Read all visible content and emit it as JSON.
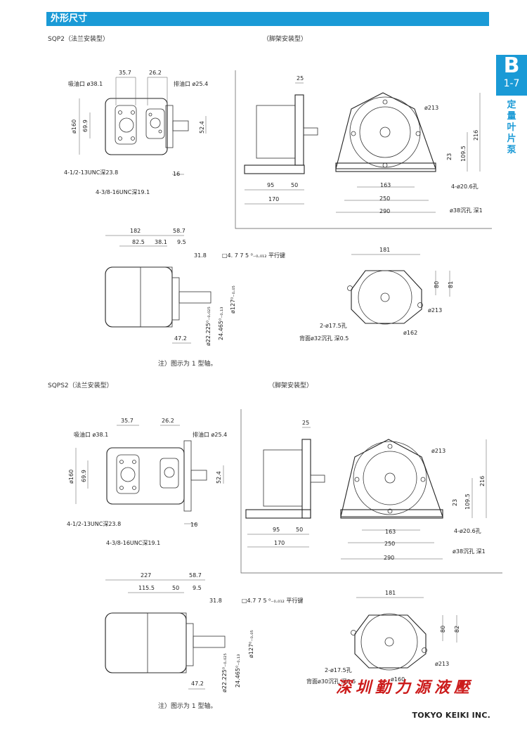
{
  "header": {
    "title": "外形尺寸"
  },
  "tab": {
    "letter": "B",
    "number": "1-7",
    "category": "定量叶片泵"
  },
  "sections": [
    {
      "model": "SQP2（法兰安装型）",
      "foot_label": "（脚架安装型）",
      "note": "注）图示为 1 型轴。"
    },
    {
      "model": "SQPS2（法兰安装型）",
      "foot_label": "（脚架安装型）",
      "note": "注）图示为 1 型轴。"
    }
  ],
  "dims": {
    "s1_flange": {
      "d1": "35.7",
      "d2": "26.2",
      "suction": "吸油口 ø38.1",
      "discharge": "排油口 ø25.4",
      "h1": "ø160",
      "h2": "69.9",
      "h3": "52.4",
      "t1": "16",
      "thread1": "4-1/2-13UNC深23.8",
      "thread2": "4-3/8-16UNC深19.1"
    },
    "s1_side": {
      "l1": "182",
      "l2": "58.7",
      "l3": "82.5",
      "l4": "38.1",
      "l5": "9.5",
      "l6": "31.8",
      "key": "□4. 7 7 5 ⁰₋₀.₀₁₂ 平行键",
      "d1": "ø22.225⁰₋₀.₀₂₅",
      "d2": "24.465⁰₋₀.₁₃",
      "d3": "ø127⁰₋₀.₀₅",
      "l7": "47.2"
    },
    "s1_front": {
      "w": "181",
      "h1": "80",
      "h2": "81",
      "d1": "ø213",
      "holes": "2-ø17.5孔",
      "back": "背面ø32沉孔 深0.5",
      "d2": "ø162"
    },
    "s1_foot": {
      "top": "25",
      "w1": "95",
      "w2": "50",
      "w3": "170",
      "d1": "ø213",
      "w4": "163",
      "w5": "250",
      "w6": "290",
      "h1": "216",
      "h2": "109.5",
      "h3": "23",
      "holes": "4-ø20.6孔",
      "spot": "ø38沉孔 深1"
    },
    "s2_flange": {
      "d1": "35.7",
      "d2": "26.2",
      "suction": "吸油口 ø38.1",
      "discharge": "排油口 ø25.4",
      "h1": "ø160",
      "h2": "69.9",
      "h3": "52.4",
      "t1": "16",
      "thread1": "4-1/2-13UNC深23.8",
      "thread2": "4-3/8-16UNC深19.1"
    },
    "s2_side": {
      "l1": "227",
      "l2": "58.7",
      "l3": "115.5",
      "l4": "50",
      "l5": "9.5",
      "l6": "31.8",
      "key": "□4.7 7 5 ⁰₋₀.₀₁₂ 平行键",
      "d1": "ø22.225⁰₋₀.₀₂₅",
      "d2": "24.465⁰₋₀.₁₃",
      "d3": "ø127⁰₋₀.₀₅",
      "l7": "47.2"
    },
    "s2_front": {
      "w": "181",
      "h1": "80",
      "h2": "82",
      "d1": "ø213",
      "holes": "2-ø17.5孔",
      "back": "背面ø30沉孔 深0.5",
      "d2": "ø160"
    },
    "s2_foot": {
      "top": "25",
      "w1": "95",
      "w2": "50",
      "w3": "170",
      "d1": "ø213",
      "w4": "163",
      "w5": "250",
      "w6": "290",
      "h1": "216",
      "h2": "109.5",
      "h3": "23",
      "holes": "4-ø20.6孔",
      "spot": "ø38沉孔 深1"
    }
  },
  "watermark": "深圳勤力源液壓",
  "brand": "TOKYO KEIKI INC."
}
